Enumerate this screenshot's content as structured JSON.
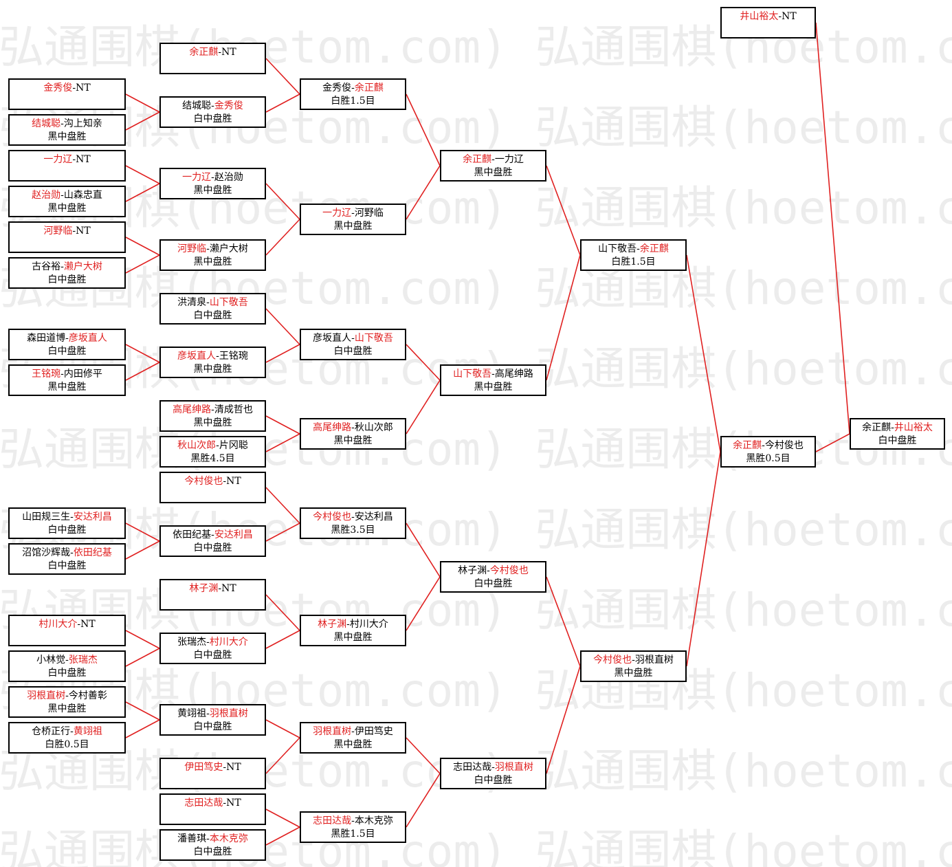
{
  "watermark": "弘通围棋(hoetom.com)",
  "colors": {
    "winner": "#e02020",
    "line": "#e02020",
    "border": "#000000",
    "watermark": "#ececec"
  },
  "matches": [
    {
      "id": "a1",
      "p1": "金秀俊",
      "p2": "NT",
      "w": 1,
      "res": ""
    },
    {
      "id": "a2",
      "p1": "结城聪",
      "p2": "沟上知亲",
      "w": 1,
      "res": "黑中盘胜"
    },
    {
      "id": "a3",
      "p1": "一力辽",
      "p2": "NT",
      "w": 1,
      "res": ""
    },
    {
      "id": "a4",
      "p1": "赵治勋",
      "p2": "山森忠直",
      "w": 1,
      "res": "黑中盘胜"
    },
    {
      "id": "a5",
      "p1": "河野临",
      "p2": "NT",
      "w": 1,
      "res": ""
    },
    {
      "id": "a6",
      "p1": "古谷裕",
      "p2": "濑户大树",
      "w": 2,
      "res": "白中盘胜"
    },
    {
      "id": "a7",
      "p1": "森田道博",
      "p2": "彦坂直人",
      "w": 2,
      "res": "白中盘胜"
    },
    {
      "id": "a8",
      "p1": "王铭琬",
      "p2": "内田修平",
      "w": 1,
      "res": "黑中盘胜"
    },
    {
      "id": "a9",
      "p1": "山田规三生",
      "p2": "安达利昌",
      "w": 2,
      "res": "白中盘胜"
    },
    {
      "id": "a10",
      "p1": "沼馆沙辉哉",
      "p2": "依田纪基",
      "w": 2,
      "res": "白中盘胜"
    },
    {
      "id": "a11",
      "p1": "村川大介",
      "p2": "NT",
      "w": 1,
      "res": ""
    },
    {
      "id": "a12",
      "p1": "小林觉",
      "p2": "张瑞杰",
      "w": 2,
      "res": "白中盘胜"
    },
    {
      "id": "a13",
      "p1": "羽根直树",
      "p2": "今村善彰",
      "w": 1,
      "res": "黑中盘胜"
    },
    {
      "id": "a14",
      "p1": "仓桥正行",
      "p2": "黄翊祖",
      "w": 2,
      "res": "白胜0.5目"
    },
    {
      "id": "b1",
      "p1": "余正麒",
      "p2": "NT",
      "w": 1,
      "res": ""
    },
    {
      "id": "b2",
      "p1": "结城聪",
      "p2": "金秀俊",
      "w": 2,
      "res": "白中盘胜"
    },
    {
      "id": "b3",
      "p1": "一力辽",
      "p2": "赵治勋",
      "w": 1,
      "res": "黑中盘胜"
    },
    {
      "id": "b4",
      "p1": "河野临",
      "p2": "濑户大树",
      "w": 1,
      "res": "黑中盘胜"
    },
    {
      "id": "b5",
      "p1": "洪清泉",
      "p2": "山下敬吾",
      "w": 2,
      "res": "白中盘胜"
    },
    {
      "id": "b6",
      "p1": "彦坂直人",
      "p2": "王铭琬",
      "w": 1,
      "res": "黑中盘胜"
    },
    {
      "id": "b7",
      "p1": "高尾绅路",
      "p2": "清成哲也",
      "w": 1,
      "res": "黑中盘胜"
    },
    {
      "id": "b8",
      "p1": "秋山次郎",
      "p2": "片冈聪",
      "w": 1,
      "res": "黑胜4.5目"
    },
    {
      "id": "b9",
      "p1": "今村俊也",
      "p2": "NT",
      "w": 1,
      "res": ""
    },
    {
      "id": "b10",
      "p1": "依田纪基",
      "p2": "安达利昌",
      "w": 2,
      "res": "白中盘胜"
    },
    {
      "id": "b11",
      "p1": "林子渊",
      "p2": "NT",
      "w": 1,
      "res": ""
    },
    {
      "id": "b12",
      "p1": "张瑞杰",
      "p2": "村川大介",
      "w": 2,
      "res": "白中盘胜"
    },
    {
      "id": "b13",
      "p1": "黄翊祖",
      "p2": "羽根直树",
      "w": 2,
      "res": "白中盘胜"
    },
    {
      "id": "b14",
      "p1": "伊田笃史",
      "p2": "NT",
      "w": 1,
      "res": ""
    },
    {
      "id": "b15",
      "p1": "志田达哉",
      "p2": "NT",
      "w": 1,
      "res": ""
    },
    {
      "id": "b16",
      "p1": "潘善琪",
      "p2": "本木克弥",
      "w": 2,
      "res": "白中盘胜"
    },
    {
      "id": "c1",
      "p1": "金秀俊",
      "p2": "余正麒",
      "w": 2,
      "res": "白胜1.5目"
    },
    {
      "id": "c2",
      "p1": "一力辽",
      "p2": "河野临",
      "w": 1,
      "res": "黑中盘胜"
    },
    {
      "id": "c3",
      "p1": "彦坂直人",
      "p2": "山下敬吾",
      "w": 2,
      "res": "白中盘胜"
    },
    {
      "id": "c4",
      "p1": "高尾绅路",
      "p2": "秋山次郎",
      "w": 1,
      "res": "黑中盘胜"
    },
    {
      "id": "c5",
      "p1": "今村俊也",
      "p2": "安达利昌",
      "w": 1,
      "res": "黑胜3.5目"
    },
    {
      "id": "c6",
      "p1": "林子渊",
      "p2": "村川大介",
      "w": 1,
      "res": "黑中盘胜"
    },
    {
      "id": "c7",
      "p1": "羽根直树",
      "p2": "伊田笃史",
      "w": 1,
      "res": "黑中盘胜"
    },
    {
      "id": "c8",
      "p1": "志田达哉",
      "p2": "本木克弥",
      "w": 1,
      "res": "黑胜1.5目"
    },
    {
      "id": "d1",
      "p1": "余正麒",
      "p2": "一力辽",
      "w": 1,
      "res": "黑中盘胜"
    },
    {
      "id": "d2",
      "p1": "山下敬吾",
      "p2": "高尾绅路",
      "w": 1,
      "res": "黑中盘胜"
    },
    {
      "id": "d3",
      "p1": "林子渊",
      "p2": "今村俊也",
      "w": 2,
      "res": "白中盘胜"
    },
    {
      "id": "d4",
      "p1": "志田达哉",
      "p2": "羽根直树",
      "w": 2,
      "res": "白中盘胜"
    },
    {
      "id": "e1",
      "p1": "山下敬吾",
      "p2": "余正麒",
      "w": 2,
      "res": "白胜1.5目"
    },
    {
      "id": "e2",
      "p1": "今村俊也",
      "p2": "羽根直树",
      "w": 1,
      "res": "黑中盘胜"
    },
    {
      "id": "f1",
      "p1": "余正麒",
      "p2": "今村俊也",
      "w": 1,
      "res": "黑胜0.5目"
    },
    {
      "id": "g0",
      "p1": "井山裕太",
      "p2": "NT",
      "w": 1,
      "res": ""
    },
    {
      "id": "g1",
      "p1": "余正麒",
      "p2": "井山裕太",
      "w": 2,
      "res": "白中盘胜"
    }
  ]
}
